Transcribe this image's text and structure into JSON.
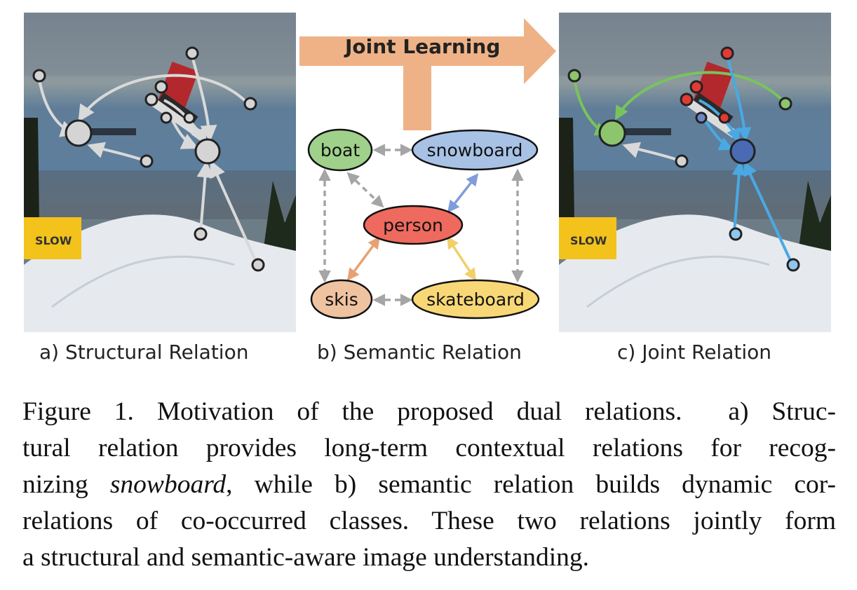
{
  "panels": {
    "a_caption": "a) Structural Relation",
    "b_caption": "b) Semantic Relation",
    "c_caption": "c) Joint Relation",
    "joint_label": "Joint Learning",
    "sign_text": "SLOW"
  },
  "graph": {
    "nodes": {
      "boat": "boat",
      "snowboard": "snowboard",
      "person": "person",
      "skis": "skis",
      "skateboard": "skateboard"
    },
    "colors": {
      "boat": "#9fd18a",
      "snowboard": "#a8c2e6",
      "person": "#ef6a5e",
      "skis": "#efc2a0",
      "skateboard": "#f8d876",
      "arrow_joint": "#efb287"
    }
  },
  "caption": {
    "line1_a": "Figure 1. Motivation of the proposed dual relations.",
    "line1_b": "a) Struc-",
    "line2": "tural relation provides long-term contextual relations for recog-",
    "line3_a": "nizing",
    "line3_em": "snowboard",
    "line3_b": ", while b) semantic relation builds dynamic cor-",
    "line4": "relations of co-occurred classes. These two relations jointly form",
    "line5": "a structural and semantic-aware image understanding."
  }
}
